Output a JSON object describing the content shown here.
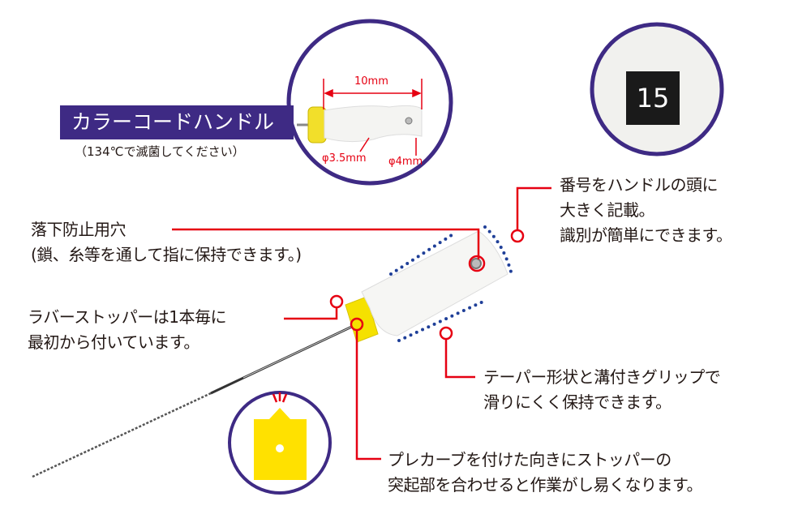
{
  "callout_handle": {
    "title": "カラーコードハンドル",
    "note": "（134℃で滅菌してください）",
    "length_label": "10mm",
    "diameter_grip": "φ3.5mm",
    "diameter_end": "φ4mm"
  },
  "number_badge": "15",
  "annotations": {
    "number_print": [
      "番号をハンドルの頭に",
      "大きく記載。",
      "識別が簡単にできます。"
    ],
    "hole": [
      "落下防止用穴",
      "(鎖、糸等を通して指に保持できます。)"
    ],
    "stopper": [
      "ラバーストッパーは1本毎に",
      "最初から付いています。"
    ],
    "taper": [
      "テーパー形状と溝付きグリップで",
      "滑りにくく保持できます。"
    ],
    "precurve": [
      "プレカーブを付けた向きにストッパーの",
      "突起部を合わせると作業がし易くなります。"
    ]
  },
  "colors": {
    "purple": "#3e2a84",
    "red": "#e60012",
    "yellow": "#f5e100",
    "dots": "#1f3f98"
  }
}
